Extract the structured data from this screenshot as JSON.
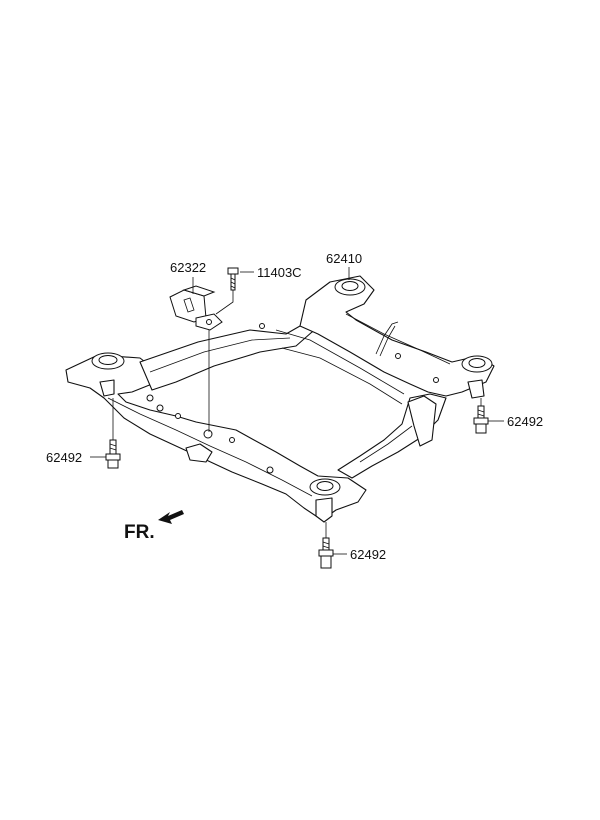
{
  "parts": {
    "crossmember": "62410",
    "bracket": "62322",
    "bolt_top": "11403C",
    "bolt_left": "62492",
    "bolt_right": "62492",
    "bolt_bottom": "62492"
  },
  "direction_label": "FR."
}
